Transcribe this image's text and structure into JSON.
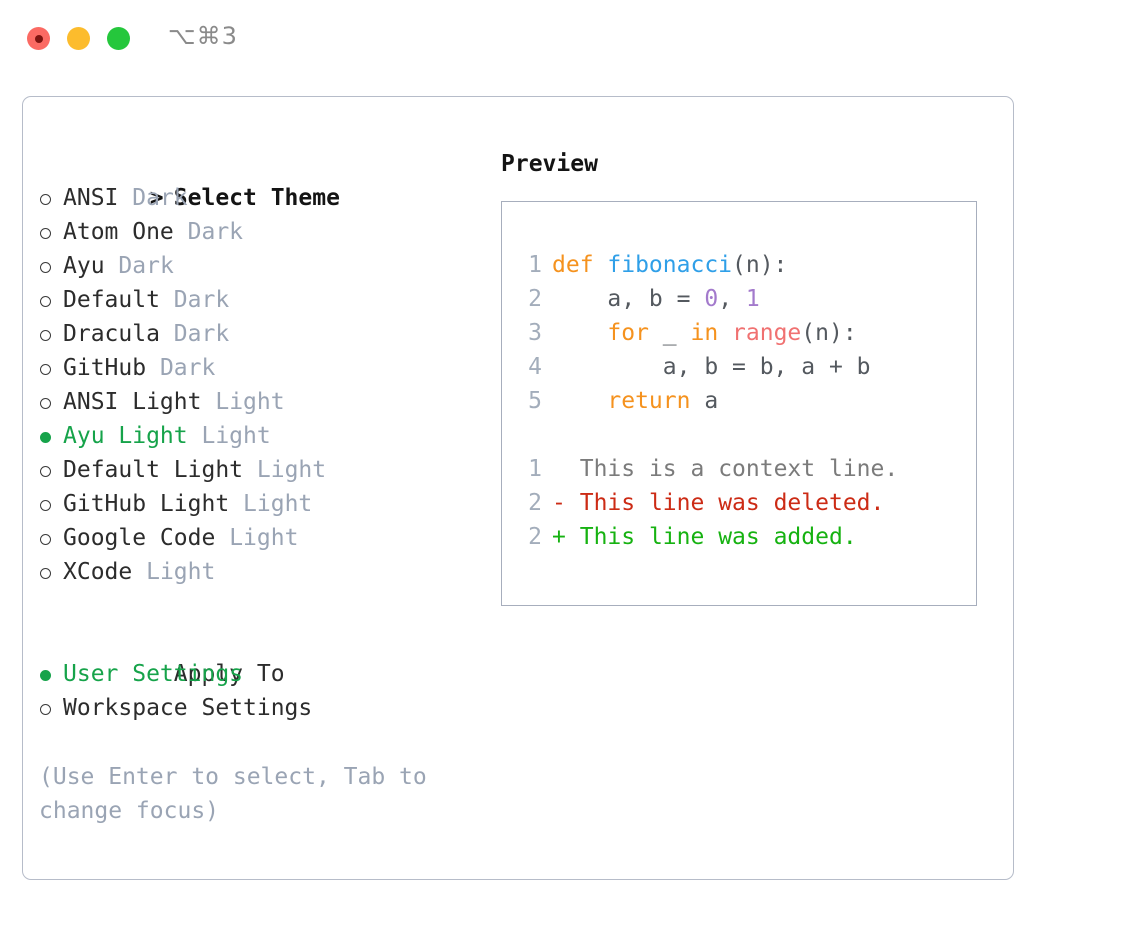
{
  "window": {
    "shortcut_label": "⌥⌘3",
    "traffic_lights": [
      "close",
      "minimize",
      "maximize"
    ]
  },
  "theme_picker": {
    "header": "Select Theme",
    "header_prefix": "> ",
    "focused": true,
    "items": [
      {
        "name": "ANSI",
        "tag": "Dark",
        "selected": false
      },
      {
        "name": "Atom One",
        "tag": "Dark",
        "selected": false
      },
      {
        "name": "Ayu",
        "tag": "Dark",
        "selected": false
      },
      {
        "name": "Default",
        "tag": "Dark",
        "selected": false
      },
      {
        "name": "Dracula",
        "tag": "Dark",
        "selected": false
      },
      {
        "name": "GitHub",
        "tag": "Dark",
        "selected": false
      },
      {
        "name": "ANSI Light",
        "tag": "Light",
        "selected": false
      },
      {
        "name": "Ayu Light",
        "tag": "Light",
        "selected": true
      },
      {
        "name": "Default Light",
        "tag": "Light",
        "selected": false
      },
      {
        "name": "GitHub Light",
        "tag": "Light",
        "selected": false
      },
      {
        "name": "Google Code",
        "tag": "Light",
        "selected": false
      },
      {
        "name": "XCode",
        "tag": "Light",
        "selected": false
      }
    ]
  },
  "apply_to": {
    "header": "Apply To",
    "focused": false,
    "items": [
      {
        "name": "User Settings",
        "selected": true
      },
      {
        "name": "Workspace Settings",
        "selected": false
      }
    ]
  },
  "hint": "(Use Enter to select, Tab to change focus)",
  "preview": {
    "title": "Preview",
    "code_lines": [
      {
        "number": "1",
        "tokens": [
          {
            "text": "def ",
            "kind": "keyword"
          },
          {
            "text": "fibonacci",
            "kind": "function"
          },
          {
            "text": "(n):",
            "kind": "plain"
          }
        ]
      },
      {
        "number": "2",
        "tokens": [
          {
            "text": "    a, b = ",
            "kind": "plain"
          },
          {
            "text": "0",
            "kind": "number"
          },
          {
            "text": ", ",
            "kind": "plain"
          },
          {
            "text": "1",
            "kind": "number"
          }
        ]
      },
      {
        "number": "3",
        "tokens": [
          {
            "text": "    ",
            "kind": "plain"
          },
          {
            "text": "for",
            "kind": "keyword"
          },
          {
            "text": " _ ",
            "kind": "plain"
          },
          {
            "text": "in",
            "kind": "keyword"
          },
          {
            "text": " ",
            "kind": "plain"
          },
          {
            "text": "range",
            "kind": "builtin"
          },
          {
            "text": "(n):",
            "kind": "plain"
          }
        ]
      },
      {
        "number": "4",
        "tokens": [
          {
            "text": "        a, b = b, a + b",
            "kind": "plain"
          }
        ]
      },
      {
        "number": "5",
        "tokens": [
          {
            "text": "    ",
            "kind": "plain"
          },
          {
            "text": "return",
            "kind": "keyword"
          },
          {
            "text": " a",
            "kind": "plain"
          }
        ]
      }
    ],
    "diff_lines": [
      {
        "number": "1",
        "sign": " ",
        "text": "This is a context line.",
        "kind": "context"
      },
      {
        "number": "2",
        "sign": "-",
        "text": "This line was deleted.",
        "kind": "deleted"
      },
      {
        "number": "2",
        "sign": "+",
        "text": "This line was added.",
        "kind": "added"
      }
    ]
  },
  "colors": {
    "selected_green": "#16a34a",
    "tag_gray": "#9aa4b4",
    "keyword_orange": "#f5921e",
    "function_blue": "#2f9fe8",
    "number_purple": "#a37acc",
    "builtin_red": "#f07171",
    "diff_deleted": "#cc2b15",
    "diff_added": "#16b211",
    "line_number": "#a3adbb",
    "panel_border": "#b6bcc9",
    "preview_border": "#a7aebd"
  }
}
